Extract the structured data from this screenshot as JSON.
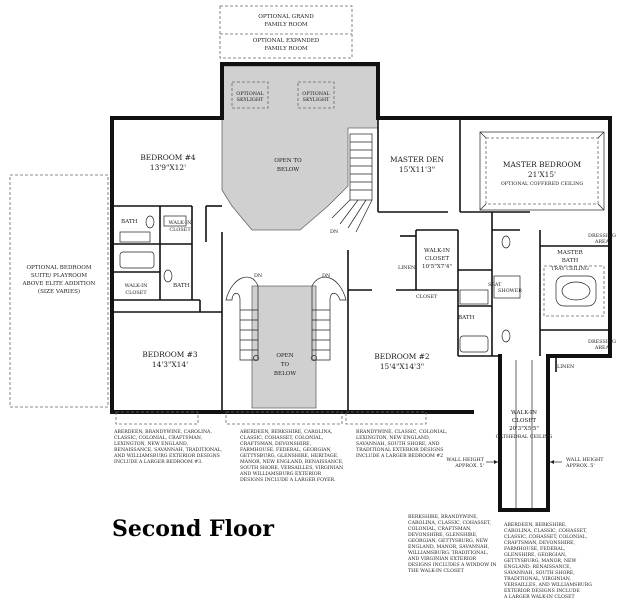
{
  "title": "Second Floor",
  "rooms": {
    "optional_grand_family_room": [
      "OPTIONAL GRAND",
      "FAMILY ROOM"
    ],
    "optional_expanded_family_room": [
      "OPTIONAL EXPANDED",
      "FAMILY ROOM"
    ],
    "optional_skylight_left": [
      "OPTIONAL",
      "SKYLIGHT"
    ],
    "optional_skylight_right": [
      "OPTIONAL",
      "SKYLIGHT"
    ],
    "open_to_below_top": [
      "OPEN TO",
      "BELOW"
    ],
    "open_to_below_center": [
      "OPEN",
      "TO",
      "BELOW"
    ],
    "bedroom4": [
      "BEDROOM #4",
      "13'9\"X12'"
    ],
    "bath_left_top": "BATH",
    "walk_in_closet_left_top": [
      "WALK-IN",
      "CLOSET"
    ],
    "walk_in_closet_left_mid": [
      "WALK-IN",
      "CLOSET"
    ],
    "bath_left_mid": "BATH",
    "optional_bedroom_suite": [
      "OPTIONAL BEDROOM",
      "SUITE/ PLAYROOM",
      "ABOVE ELITE ADDITION",
      "(SIZE VARIES)"
    ],
    "bedroom3": [
      "BEDROOM #3",
      "14'3\"X14'"
    ],
    "bedroom2": [
      "BEDROOM #2",
      "15'4\"X14'3\""
    ],
    "master_den": [
      "MASTER DEN",
      "15'X11'3\""
    ],
    "master_bedroom": [
      "MASTER BEDROOM",
      "21'X15'",
      "OPTIONAL COFFERED CEILING"
    ],
    "walk_in_closet_master": [
      "WALK-IN",
      "CLOSET",
      "10'5\"X7'4\""
    ],
    "linen_1": "LINEN",
    "closet": "CLOSET",
    "seat": "SEAT",
    "shower": "SHOWER",
    "bath_right": "BATH",
    "master_bath": [
      "MASTER",
      "BATH",
      "TRAY CEILING"
    ],
    "dressing_area_top": [
      "DRESSING",
      "AREA"
    ],
    "dressing_area_bottom": [
      "DRESSING",
      "AREA"
    ],
    "linen_2": "LINEN",
    "walk_in_closet_long": [
      "WALK-IN",
      "CLOSET",
      "20'3\"X5'5\"",
      "CATHEDRAL CEILING"
    ],
    "wall_height_left": [
      "WALL HEIGHT",
      "APPROX. 5'"
    ],
    "wall_height_right": [
      "WALL HEIGHT",
      "APPROX. 5'"
    ],
    "dn_top": "DN",
    "dn_left": "DN",
    "dn_right": "DN"
  },
  "notes": {
    "bedroom3_note": [
      "ABERDEEN, BRANDYWINE, CAROLINA,",
      "CLASSIC, COLONIAL, CRAFTSMAN,",
      "LEXINGTON, NEW ENGLAND,",
      "RENAISSANCE, SAVANNAH, TRADITIONAL,",
      "AND WILLIAMSBURG EXTERIOR DESIGNS",
      "INCLUDE A LARGER BEDROOM #3."
    ],
    "foyer_note": [
      "ABERDEEN, BERKSHIRE, CAROLINA,",
      "CLASSIC, COHASSET, COLONIAL,",
      "CRAFTSMAN, DEVONSHIRE,",
      "FARMHOUSE, FEDERAL, GEORGIAN,",
      "GETTYSBURG, GLENSHIRE, HERITAGE,",
      "MANOR, NEW ENGLAND, RENAISSANCE,",
      "SOUTH SHORE, VERSAILLES, VIRGINIAN",
      "AND WILLIAMSBURG EXTERIOR",
      "DESIGNS INCLUDE A LARGER FOYER."
    ],
    "bedroom2_note": [
      "BRANDYWINE, CLASSIC, COLONIAL,",
      "LEXINGTON, NEW ENGLAND,",
      "SAVANNAH, SOUTH SHORE, AND",
      "TRADITIONAL EXTERIOR DESIGNS",
      "INCLUDE A LARGER BEDROOM #2"
    ],
    "window_note": [
      "BERKSHIRE, BRANDYWINE,",
      "CAROLINA, CLASSIC, COHASSET,",
      "COLONIAL, CRAFTSMAN,",
      "DEVONSHIRE, GLENSHIRE,",
      "GEORGIAN, GETTYSBURG, NEW",
      "ENGLAND, MANOR, SAVANNAH,",
      "WILLIAMSBURG, TRADITIONAL,",
      "AND VIRGINIAN EXTERIOR",
      "DESIGNS INCLUDES A WINDOW IN",
      "THE WALK-IN CLOSET"
    ],
    "closet_note": [
      "ABERDEEN, BERKSHIRE,",
      "CAROLINA, CLASSIC, COHASSET,",
      "CLASSIC, COHASSET, COLONIAL,",
      "CRAFTSMAN, DEVONSHIRE,",
      "FARMHOUSE, FEDERAL,",
      "GLENSHIRE, GEORGIAN,",
      "GETTYSBURG, MANOR, NEW",
      "ENGLAND, RENAISSANCE,",
      "SAVANNAH, SOUTH SHORE,",
      "TRADITIONAL, VIRGINIAN,",
      "VERSAILLES, AND WILLIAMSBURG",
      "EXTERIOR DESIGNS INCLUDE",
      "A LARGER WALK-IN CLOSET"
    ]
  }
}
